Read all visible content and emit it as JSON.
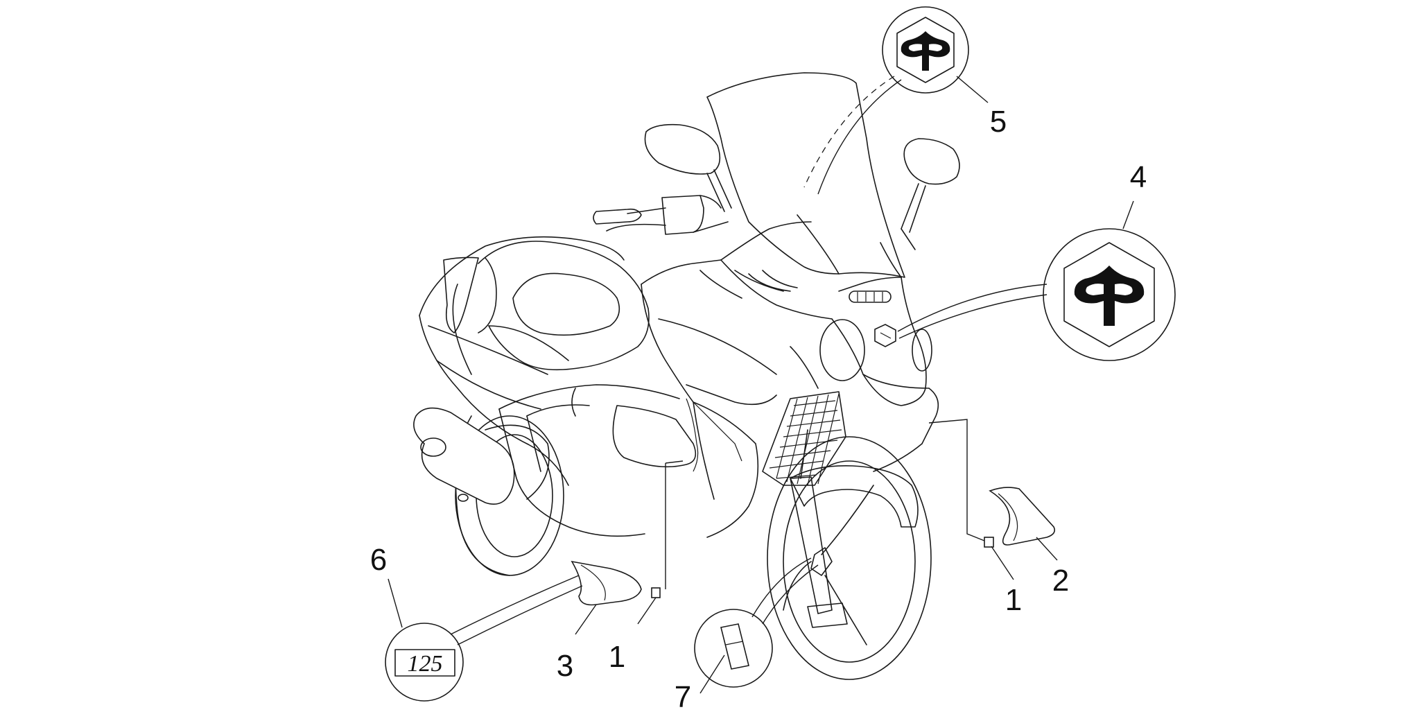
{
  "diagram": {
    "subject": "scooter-decals-exploded-view",
    "callouts": [
      {
        "id": "c1a",
        "label": "1"
      },
      {
        "id": "c1b",
        "label": "1"
      },
      {
        "id": "c2",
        "label": "2"
      },
      {
        "id": "c3",
        "label": "3"
      },
      {
        "id": "c4",
        "label": "4"
      },
      {
        "id": "c5",
        "label": "5"
      },
      {
        "id": "c6",
        "label": "6"
      },
      {
        "id": "c7",
        "label": "7"
      }
    ],
    "badges": {
      "displacement_text": "125"
    },
    "colors": {
      "line": "#1a1a1a",
      "background": "#ffffff"
    }
  }
}
